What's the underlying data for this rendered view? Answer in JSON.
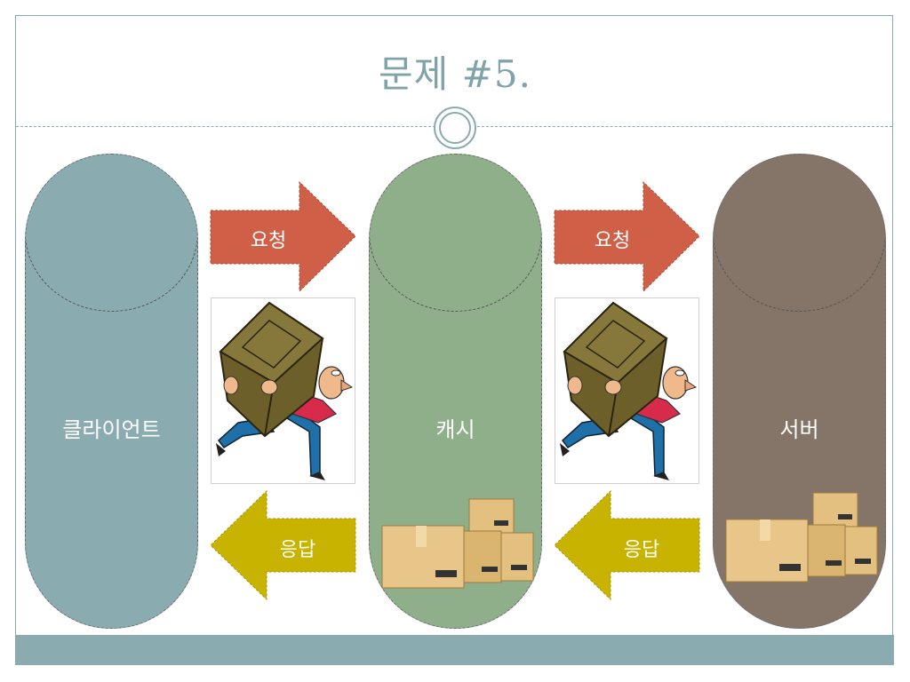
{
  "slide": {
    "title": "문제 #5."
  },
  "nodes": {
    "client": {
      "label": "클라이언트",
      "color": "#8aacb0"
    },
    "cache": {
      "label": "캐시",
      "color": "#8fae8a"
    },
    "server": {
      "label": "서버",
      "color": "#857568"
    }
  },
  "arrows": {
    "request_1": {
      "label": "요청",
      "color": "#d05f47"
    },
    "request_2": {
      "label": "요청",
      "color": "#d05f47"
    },
    "response_1": {
      "label": "응답",
      "color": "#c8b400"
    },
    "response_2": {
      "label": "응답",
      "color": "#c8b400"
    }
  },
  "icons": {
    "carrier": "person-carrying-box-icon",
    "boxes": "cardboard-boxes-icon"
  }
}
